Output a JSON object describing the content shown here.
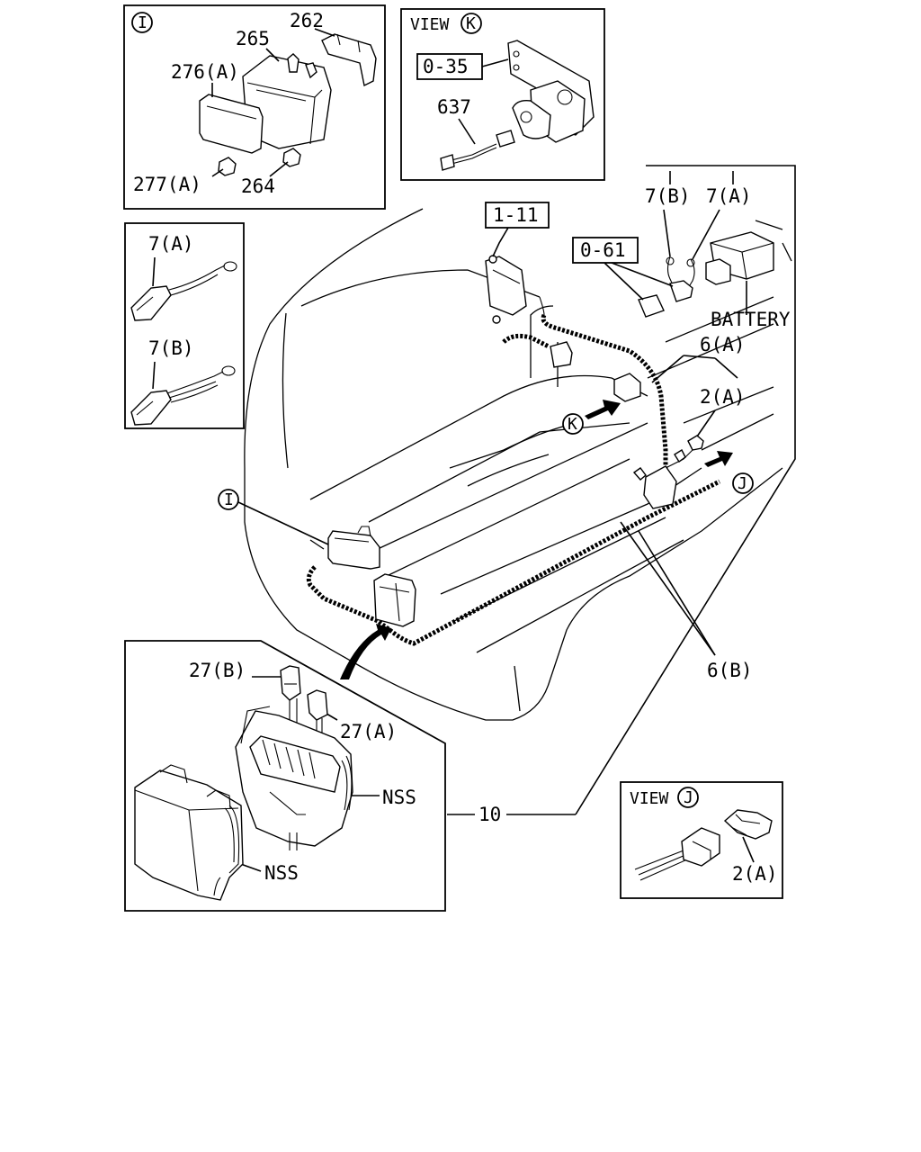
{
  "callouts": {
    "detail_i": {
      "marker": "I",
      "parts": [
        "262",
        "265",
        "276(A)",
        "277(A)",
        "264"
      ]
    },
    "view_k": {
      "title": "VIEW",
      "marker": "K",
      "ref": "0-35",
      "part": "637"
    },
    "detail_7": {
      "upper": "7(A)",
      "lower": "7(B)"
    },
    "view_j": {
      "title": "VIEW",
      "marker": "J",
      "part": "2(A)"
    },
    "detail_10": {
      "parts": [
        "27(B)",
        "27(A)",
        "NSS",
        "NSS"
      ],
      "index": "10"
    }
  },
  "main": {
    "ref_1_11": "1-11",
    "ref_0_61": "0-61",
    "label_7b": "7(B)",
    "label_7a": "7(A)",
    "battery": "BATTERY",
    "label_6a": "6(A)",
    "label_2a": "2(A)",
    "marker_k": "K",
    "marker_j": "J",
    "marker_i": "I",
    "label_6b": "6(B)"
  }
}
